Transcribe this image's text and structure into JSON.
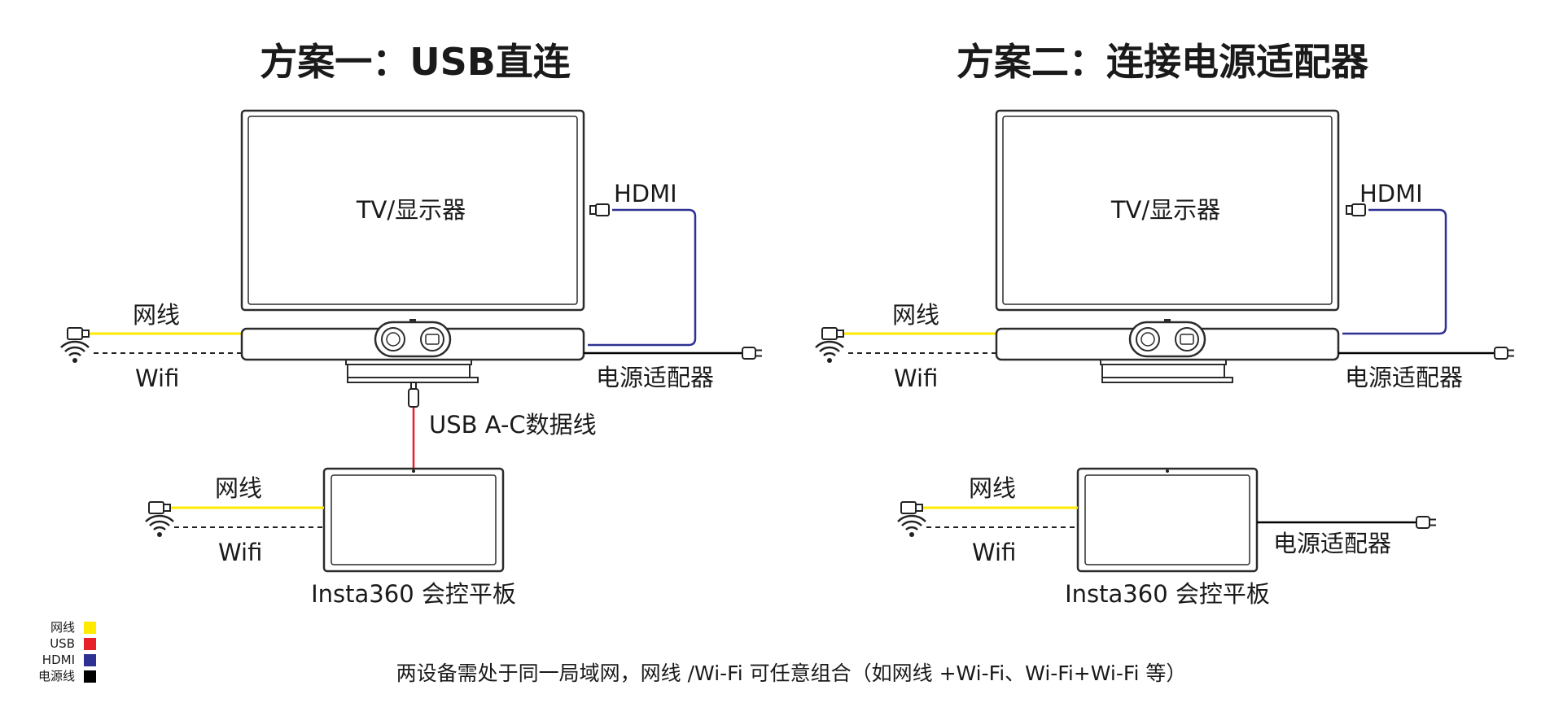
{
  "diagram": {
    "plan1": {
      "title": "方案一：USB直连",
      "tv_label": "TV/显示器",
      "hdmi_label": "HDMI",
      "network_label": "网线",
      "wifi_label": "Wifi",
      "power_label": "电源适配器",
      "usb_label": "USB A-C数据线",
      "tablet_network_label": "网线",
      "tablet_wifi_label": "Wifi",
      "tablet_label": "Insta360 会控平板"
    },
    "plan2": {
      "title": "方案二：连接电源适配器",
      "tv_label": "TV/显示器",
      "hdmi_label": "HDMI",
      "network_label": "网线",
      "wifi_label": "Wifi",
      "power_label": "电源适配器",
      "tablet_network_label": "网线",
      "tablet_wifi_label": "Wifi",
      "tablet_power_label": "电源适配器",
      "tablet_label": "Insta360 会控平板"
    },
    "legend": [
      {
        "label": "网线",
        "color": "#ffea00"
      },
      {
        "label": "USB",
        "color": "#e8202a"
      },
      {
        "label": "HDMI",
        "color": "#2e3192"
      },
      {
        "label": "电源线",
        "color": "#000000"
      }
    ],
    "footnote": "两设备需处于同一局域网，网线 /Wi-Fi 可任意组合（如网线 +Wi-Fi、Wi-Fi+Wi-Fi 等）"
  },
  "colors": {
    "network": "#ffea00",
    "usb": "#e8202a",
    "hdmi": "#2e3192",
    "power": "#000000"
  }
}
